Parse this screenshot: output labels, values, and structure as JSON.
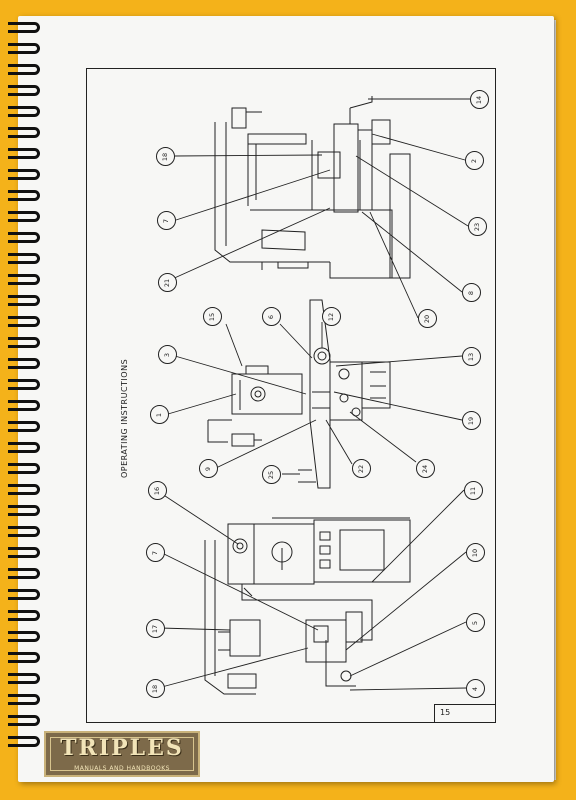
{
  "document": {
    "heading": "OPERATING INSTRUCTIONS",
    "page_number": "15"
  },
  "callouts": [
    "14",
    "2",
    "18",
    "23",
    "7",
    "8",
    "21",
    "20",
    "15",
    "6",
    "12",
    "3",
    "13",
    "1",
    "19",
    "9",
    "22",
    "24",
    "25",
    "16",
    "11",
    "7",
    "10",
    "17",
    "5",
    "18",
    "4"
  ],
  "logo": {
    "main": "TRIPLES",
    "sub": "MANUALS AND HANDBOOKS"
  },
  "colors": {
    "background": "#f4b21a",
    "paper": "#f7f7f5",
    "ink": "#222222",
    "logo": "#7d6a4a"
  }
}
